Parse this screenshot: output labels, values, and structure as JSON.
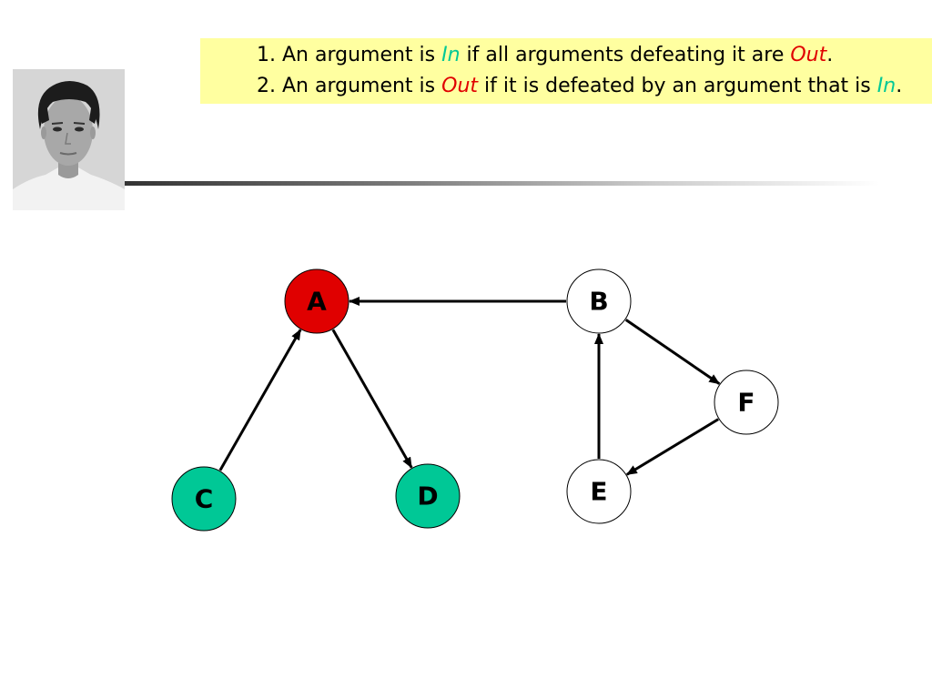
{
  "rules": [
    {
      "number": "1.",
      "before": " An argument is ",
      "term1": "In",
      "middle": " if all arguments defeating it are ",
      "term2": "Out",
      "after": "."
    },
    {
      "number": "2.",
      "before": " An argument is ",
      "term1": "Out",
      "middle": " if it is defeated by an argument that is ",
      "term2": "In",
      "after": "."
    }
  ],
  "colors": {
    "in": "#00c896",
    "out": "#e00000",
    "undecided": "#ffffff",
    "rules_background": "#ffffa0"
  },
  "graph": {
    "nodes": [
      {
        "id": "A",
        "label": "A",
        "status": "out"
      },
      {
        "id": "B",
        "label": "B",
        "status": "undecided"
      },
      {
        "id": "C",
        "label": "C",
        "status": "in"
      },
      {
        "id": "D",
        "label": "D",
        "status": "in"
      },
      {
        "id": "E",
        "label": "E",
        "status": "undecided"
      },
      {
        "id": "F",
        "label": "F",
        "status": "undecided"
      }
    ],
    "edges": [
      {
        "from": "B",
        "to": "A"
      },
      {
        "from": "C",
        "to": "A"
      },
      {
        "from": "A",
        "to": "D"
      },
      {
        "from": "B",
        "to": "F"
      },
      {
        "from": "F",
        "to": "E"
      },
      {
        "from": "E",
        "to": "B"
      }
    ]
  }
}
